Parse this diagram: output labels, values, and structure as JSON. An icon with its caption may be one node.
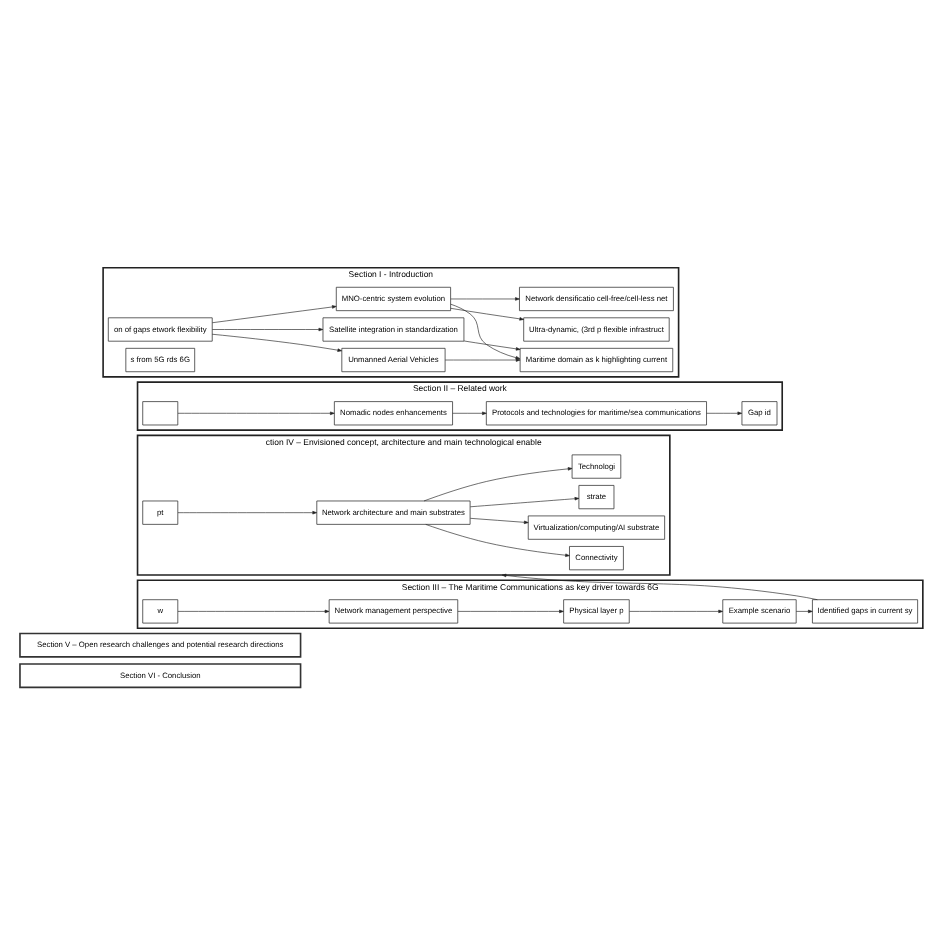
{
  "diagram": {
    "nodes": [
      {
        "text": [
          "Section I - Introduction"
        ]
      },
      {
        "text": [
          "s from 5G rds 6G"
        ],
        "in": 0
      },
      {
        "text": [
          "on of gaps etwork flexibility"
        ],
        "in": 0
      },
      {
        "text": [
          "MNO-centric system evolution"
        ],
        "in": 0
      },
      {
        "text": [
          "Satellite integration in standardization"
        ],
        "in": 0
      },
      {
        "text": [
          "Unmanned Aerial Vehicles"
        ],
        "in": 0
      },
      {
        "text": [
          "Network densificatio cell-free/cell-less net"
        ],
        "in": 0
      },
      {
        "text": [
          "Ultra-dynamic, (3rd p flexible infrastruct"
        ],
        "in": 0
      },
      {
        "text": [
          "Maritime domain as k highlighting current"
        ],
        "in": 0
      },
      {
        "text": [
          "Section II – Related work"
        ]
      },
      {
        "text": [],
        "shape": "box",
        "in": 9
      },
      {
        "text": [
          "Nomadic nodes enhancements"
        ],
        "in": 9
      },
      {
        "text": [
          "Protocols and technologies for maritime/sea communications"
        ],
        "in": 9
      },
      {
        "text": [
          "Gap id"
        ],
        "in": 9
      },
      {
        "text": [
          "Section III – The Maritime Communications as key driver towards 6G"
        ]
      },
      {
        "text": [
          "w"
        ],
        "in": 14
      },
      {
        "text": [
          "Network management perspective"
        ],
        "in": 14
      },
      {
        "text": [
          "Physical layer p"
        ],
        "in": 14
      },
      {
        "text": [
          "Example scenario"
        ],
        "in": 14
      },
      {
        "text": [
          "Identified gaps in current sy"
        ],
        "in": 14
      },
      {
        "text": [
          "ction IV – Envisioned concept, architecture and main technological enable"
        ]
      },
      {
        "text": [
          "pt"
        ],
        "in": 20
      },
      {
        "text": [
          "Network architecture and main substrates"
        ],
        "in": 20
      },
      {
        "text": [
          "Technologi"
        ],
        "in": 20
      },
      {
        "text": [
          "strate"
        ],
        "in": 20
      },
      {
        "text": [
          "Virtualization/computing/AI substrate"
        ],
        "in": 20
      },
      {
        "text": [
          "Connectivity"
        ],
        "in": 20
      },
      {
        "text": [
          "Section V – Open research challenges and potential research directions"
        ]
      },
      {
        "text": [
          "Section VI - Conclusion"
        ]
      }
    ],
    "edges": [
      {
        "from": 2,
        "to": 3,
        "arrow": "to"
      },
      {
        "from": 2,
        "to": 4,
        "arrow": "to"
      },
      {
        "from": 2,
        "to": 5,
        "arrow": "to"
      },
      {
        "from": 3,
        "to": 6,
        "arrow": "to"
      },
      {
        "from": 3,
        "to": 7,
        "arrow": "to"
      },
      {
        "from": 3,
        "to": 8,
        "arrow": "to"
      },
      {
        "from": 4,
        "to": 8,
        "arrow": "to"
      },
      {
        "from": 5,
        "to": 8,
        "arrow": "to"
      },
      {
        "from": 10,
        "to": 11,
        "arrow": "to"
      },
      {
        "from": 11,
        "to": 12,
        "arrow": "to"
      },
      {
        "from": 12,
        "to": 13,
        "arrow": "to"
      },
      {
        "from": 15,
        "to": 16,
        "arrow": "to"
      },
      {
        "from": 16,
        "to": 17,
        "arrow": "to"
      },
      {
        "from": 17,
        "to": 18,
        "arrow": "to"
      },
      {
        "from": 18,
        "to": 19,
        "arrow": "to"
      },
      {
        "from": 19,
        "to": 20,
        "arrow": "to"
      },
      {
        "from": 21,
        "to": 22,
        "arrow": "to"
      },
      {
        "from": 22,
        "to": 23,
        "arrow": "to"
      },
      {
        "from": 22,
        "to": 24,
        "arrow": "to"
      },
      {
        "from": 22,
        "to": 25,
        "arrow": "to"
      },
      {
        "from": 22,
        "to": 26,
        "arrow": "to"
      }
    ]
  }
}
